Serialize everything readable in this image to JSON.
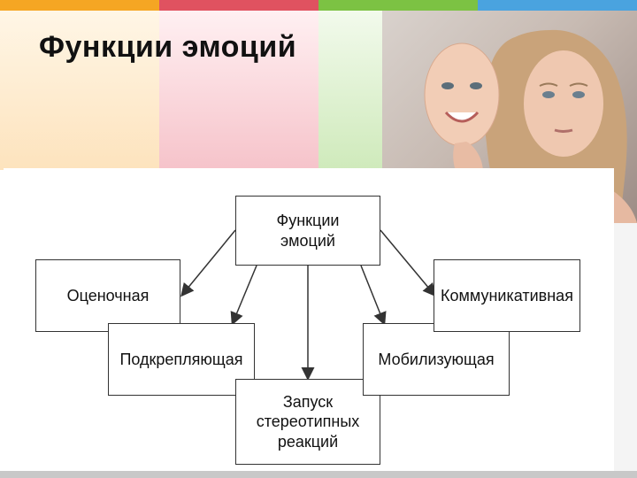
{
  "slide": {
    "title": "Функции эмоций",
    "stripe_colors": [
      "#f5a623",
      "#e05260",
      "#7cc243",
      "#4aa3df"
    ],
    "block_colors": [
      "#fde7c6",
      "#f8c9cf",
      "#d4ecc3"
    ]
  },
  "diagram": {
    "center": "Функции\nэмоций",
    "nodes": {
      "evaluative": "Оценочная",
      "reinforcing": "Подкрепляющая",
      "stereotype": "Запуск\nстереотипных\nреакций",
      "mobilizing": "Мобилизующая",
      "communicative": "Коммуникативная"
    }
  },
  "photo": {
    "alt": "woman-holding-smiling-mask"
  }
}
